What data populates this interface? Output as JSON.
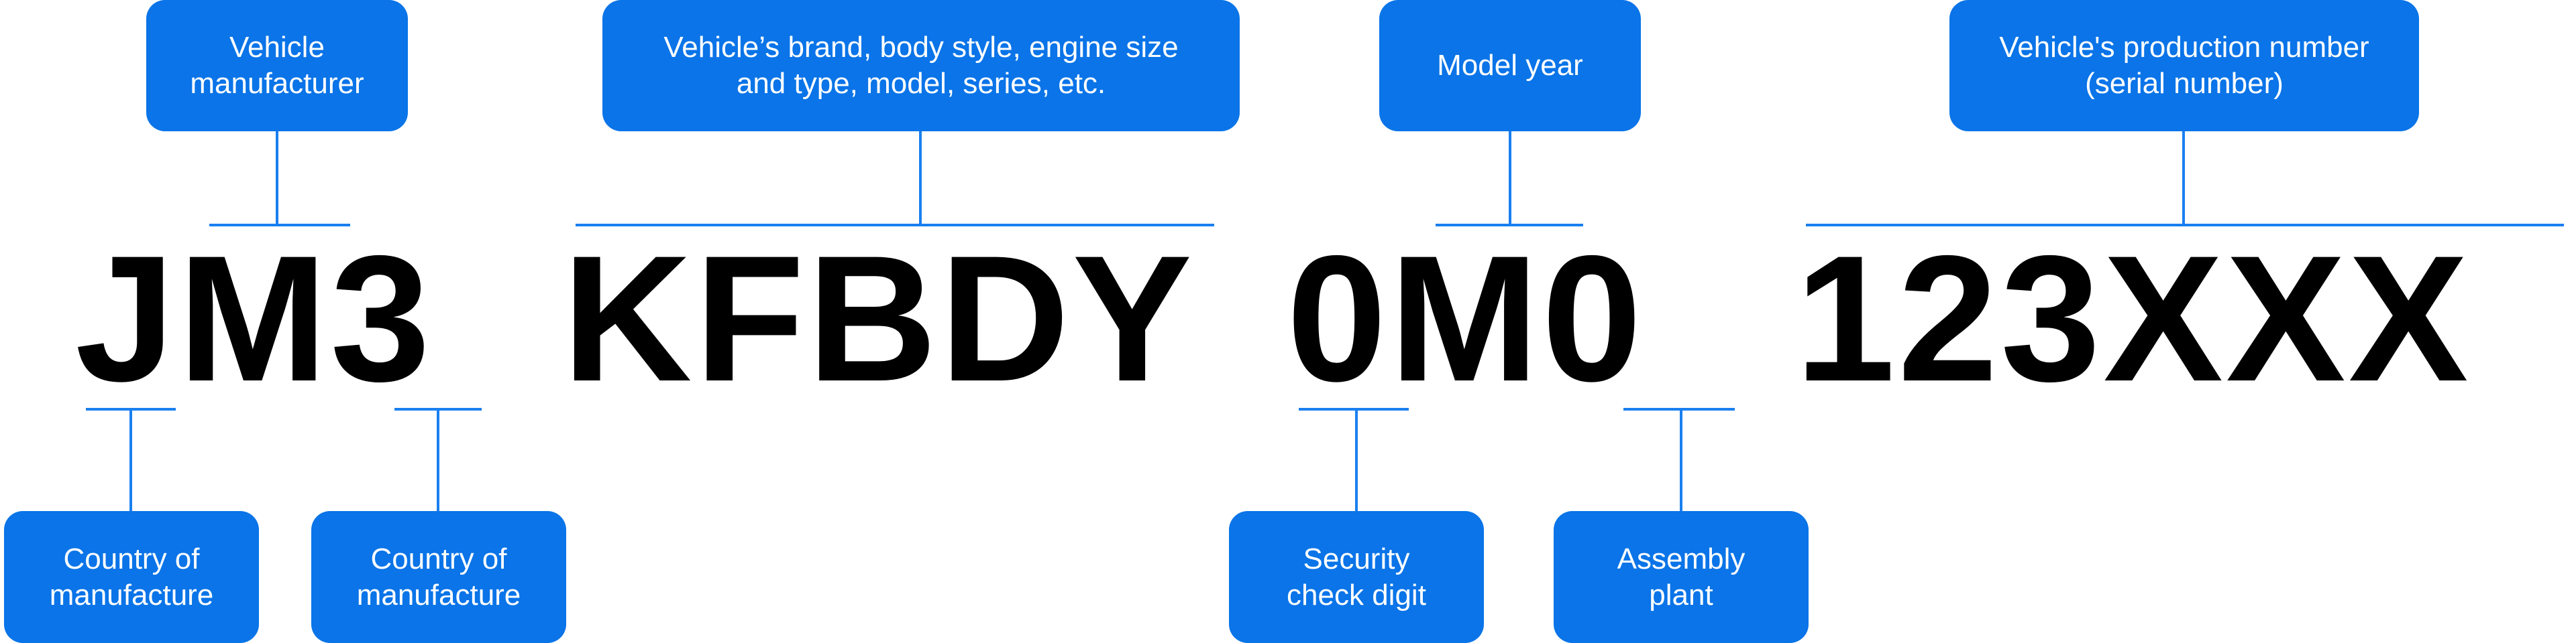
{
  "colors": {
    "accent": "#0a74e8",
    "connector": "#1a7ff0",
    "text": "#000000",
    "label_text": "#ffffff",
    "background": "#ffffff"
  },
  "vin": {
    "group_1": "JM3",
    "group_2": "KFBDY",
    "group_3": "0M0",
    "group_4": "123XXX"
  },
  "labels": {
    "vehicle_manufacturer": [
      "Vehicle",
      "manufacturer"
    ],
    "vehicle_descriptor": [
      "Vehicle’s brand, body style, engine size",
      "and type, model, series, etc."
    ],
    "model_year": [
      "Model year"
    ],
    "production_number": [
      "Vehicle's production number",
      "(serial number)"
    ],
    "country_of_manufacture_1": [
      "Country of",
      "manufacture"
    ],
    "country_of_manufacture_2": [
      "Country of",
      "manufacture"
    ],
    "security_check_digit": [
      "Security",
      "check digit"
    ],
    "assembly_plant": [
      "Assembly",
      "plant"
    ]
  }
}
